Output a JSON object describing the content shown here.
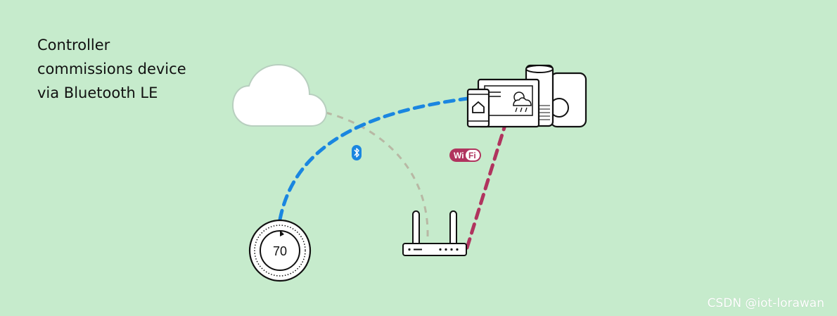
{
  "caption": {
    "lines": [
      "Controller",
      "commissions device",
      "via Bluetooth LE"
    ]
  },
  "thermostat": {
    "reading": "70"
  },
  "wifi_badge": {
    "label": "WiFi"
  },
  "watermark": "CSDN @iot-lorawan",
  "colors": {
    "background": "#c6ebcc",
    "bluetooth_link": "#1a86e0",
    "wifi_link": "#b0345e",
    "cloud_link": "#b8b8a4"
  },
  "icons": [
    "cloud-icon",
    "bluetooth-icon",
    "wifi-icon",
    "smart-devices-icon",
    "router-icon",
    "thermostat-icon"
  ]
}
